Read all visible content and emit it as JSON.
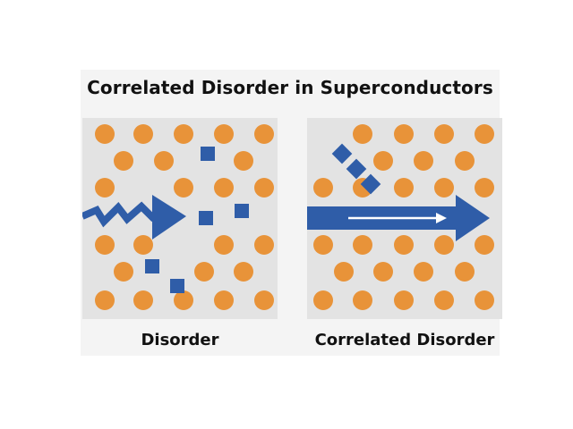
{
  "title": "Correlated Disorder in Superconductors",
  "panels": [
    {
      "caption": "Disorder"
    },
    {
      "caption": "Correlated Disorder"
    }
  ],
  "colors": {
    "atom": "#E89339",
    "defect": "#2F5DA8",
    "arrow": "#2F5DA8",
    "background": "#E3E3E3"
  },
  "icons": {
    "atom": "orange-circle",
    "defect": "blue-square",
    "left_arrow": "zigzag-arrow",
    "right_arrow": "straight-arrow"
  }
}
